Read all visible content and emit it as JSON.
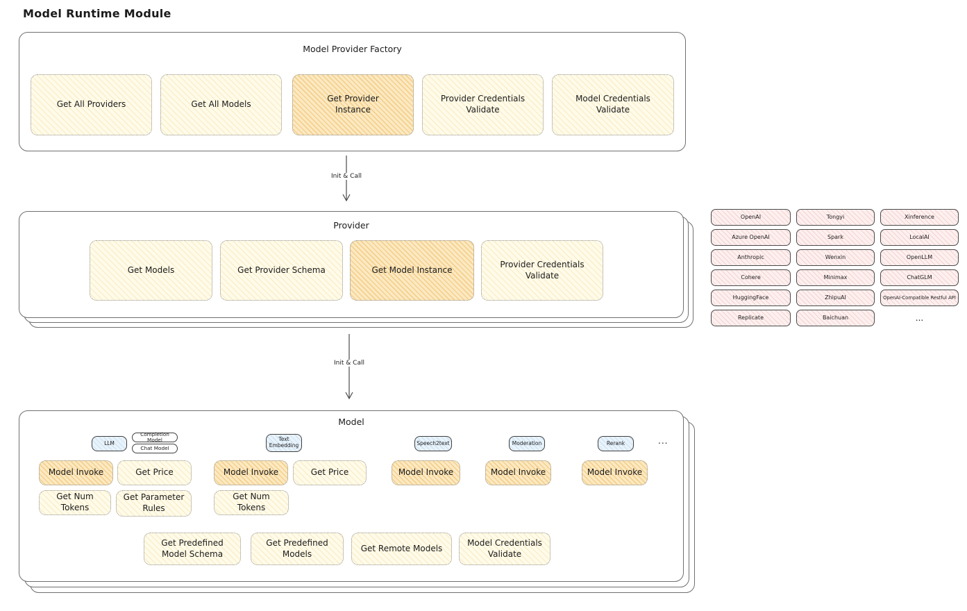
{
  "title": "Model Runtime Module",
  "arrow_label": "Init & Call",
  "factory": {
    "title": "Model Provider Factory",
    "items": [
      {
        "label": "Get All Providers",
        "highlight": false
      },
      {
        "label": "Get All Models",
        "highlight": false
      },
      {
        "label": "Get Provider Instance",
        "highlight": true
      },
      {
        "label": "Provider Credentials Validate",
        "highlight": false
      },
      {
        "label": "Model Credentials Validate",
        "highlight": false
      }
    ]
  },
  "provider": {
    "title": "Provider",
    "items": [
      {
        "label": "Get Models",
        "highlight": false
      },
      {
        "label": "Get Provider Schema",
        "highlight": false
      },
      {
        "label": "Get Model Instance",
        "highlight": true
      },
      {
        "label": "Provider Credentials Validate",
        "highlight": false
      }
    ]
  },
  "providers_grid": {
    "items": [
      "OpenAI",
      "Tongyi",
      "Xinference",
      "Azure OpenAI",
      "Spark",
      "LocalAI",
      "Anthropic",
      "Wenxin",
      "OpenLLM",
      "Cohere",
      "Minimax",
      "ChatGLM",
      "HuggingFace",
      "ZhipuAI",
      "OpenAI-Compatible Restful API",
      "Replicate",
      "Baichuan"
    ],
    "ellipsis": "..."
  },
  "model": {
    "title": "Model",
    "tags": {
      "llm": "LLM",
      "completion": "Completion Model",
      "chat": "Chat Model",
      "text_embedding": "Text Embedding",
      "speech2text": "Speech2text",
      "moderation": "Moderation",
      "rerank": "Rerank",
      "ellipsis": "..."
    },
    "ops": {
      "model_invoke": "Model Invoke",
      "get_price": "Get Price",
      "get_num_tokens": "Get Num Tokens",
      "get_parameter_rules": "Get Parameter Rules",
      "get_predefined_model_schema": "Get Predefined Model Schema",
      "get_predefined_models": "Get Predefined Models",
      "get_remote_models": "Get Remote Models",
      "model_credentials_validate": "Model Credentials Validate"
    }
  },
  "colors": {
    "yellow_fill": "#fffbe9",
    "yellow_hatch": "#e9c46a4d",
    "orange_fill": "#fbe9c2",
    "orange_hatch": "#eb9f2e59",
    "pink_fill": "#fdf0ef",
    "pink_hatch": "#d9848447",
    "blue_fill": "#e9f3fb",
    "blue_hatch": "#7fb3d94d",
    "ink": "#1b1b1b",
    "border": "#6f6f6f"
  }
}
